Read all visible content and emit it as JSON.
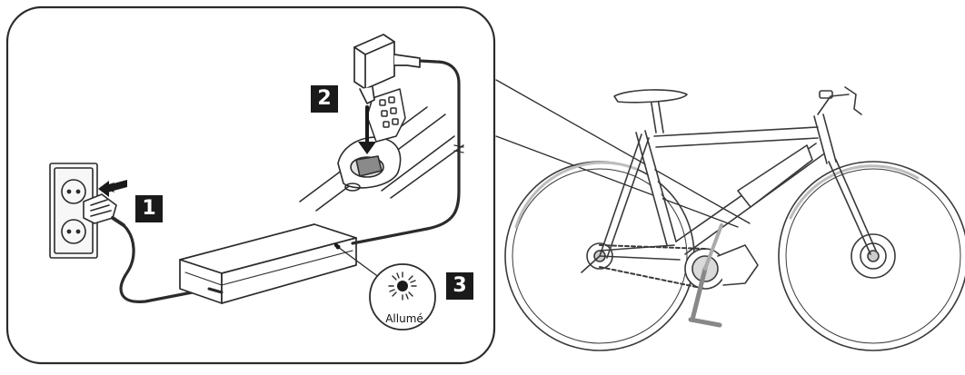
{
  "steps": [
    {
      "id": "1",
      "label": "1"
    },
    {
      "id": "2",
      "label": "2"
    },
    {
      "id": "3",
      "label": "3"
    }
  ],
  "indicator": {
    "label": "Allumé"
  },
  "colors": {
    "ink": "#1a1a1a",
    "paper": "#ffffff",
    "line": "#2b2b2b",
    "light": "#bdbdbd"
  }
}
